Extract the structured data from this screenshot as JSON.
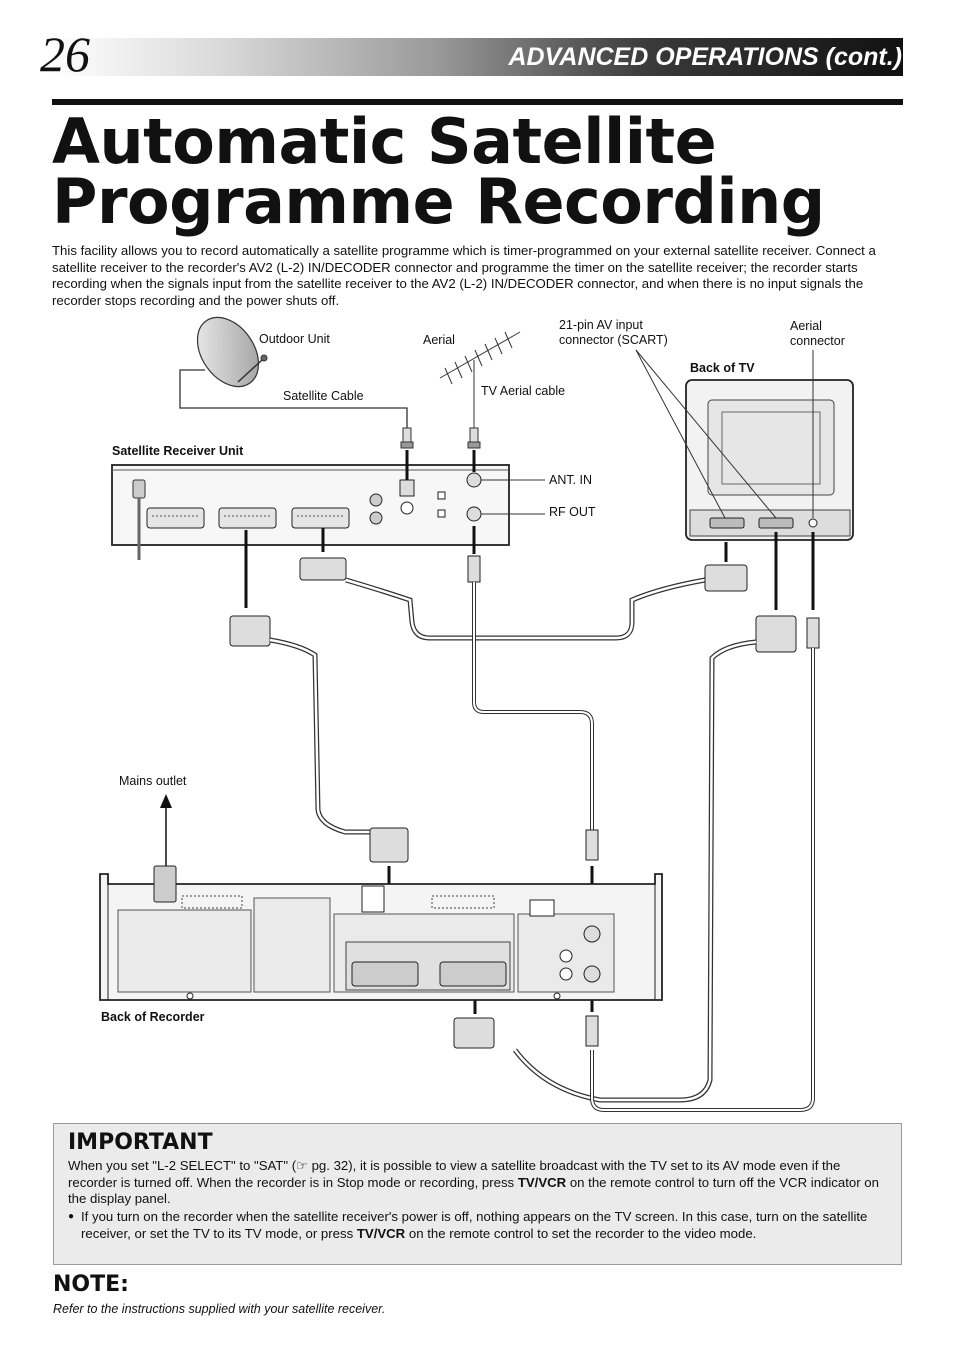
{
  "header": {
    "page_number": "26",
    "section": "ADVANCED OPERATIONS (cont.)"
  },
  "title": {
    "line1": "Automatic Satellite",
    "line2": "Programme Recording"
  },
  "intro": "This facility allows you to record automatically a satellite programme which is timer-programmed on your external satellite receiver. Connect a satellite receiver to the recorder's AV2 (L-2) IN/DECODER connector and programme the timer on the satellite receiver; the recorder starts recording when the signals input from the satellite receiver to the AV2 (L-2) IN/DECODER connector, and when there is no input signals the recorder stops recording and the power shuts off.",
  "diagram": {
    "outdoor_unit": "Outdoor Unit",
    "satellite_cable": "Satellite Cable",
    "aerial": "Aerial",
    "tv_aerial_cable": "TV Aerial cable",
    "scart_line1": "21-pin AV input",
    "scart_line2": "connector (SCART)",
    "aerial_connector_line1": "Aerial",
    "aerial_connector_line2": "connector",
    "back_of_tv": "Back of TV",
    "satellite_receiver_unit": "Satellite Receiver Unit",
    "ant_in": "ANT. IN",
    "rf_out": "RF OUT",
    "mains_outlet": "Mains outlet",
    "back_of_recorder": "Back of Recorder"
  },
  "important": {
    "heading": "IMPORTANT",
    "para1_a": "When you set \"L-2 SELECT\" to \"SAT\" (",
    "ref_icon": "pointing-hand-icon",
    "para1_b": " pg. 32), it is possible to view a satellite broadcast with the TV set to its AV mode even if the recorder is turned off. When the recorder is in Stop mode or recording, press ",
    "para1_bold": "TV/VCR",
    "para1_c": " on the remote control to turn off the VCR indicator on the display panel.",
    "bullet": "●",
    "para2_a": "If you turn on the recorder when the satellite receiver's power is off, nothing appears on the TV screen. In this case, turn on the satellite receiver, or set the TV to its TV mode, or press ",
    "para2_bold": "TV/VCR",
    "para2_b": " on the remote control to set the recorder to the video mode."
  },
  "note": {
    "heading": "NOTE:",
    "text": "Refer to the instructions supplied with your satellite receiver."
  }
}
